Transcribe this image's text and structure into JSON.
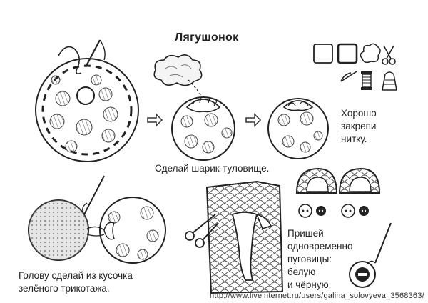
{
  "title": "Лягушонок",
  "captions": {
    "body": "Сделай шарик-туловище.",
    "knot": [
      "Хорошо",
      "закрепи",
      "нитку."
    ],
    "head": [
      "Голову сделай из кусочка",
      "зелёного трикотажа."
    ],
    "buttons": [
      "Пришей",
      "одновременно",
      "пуговицы:",
      "белую",
      "и чёрную."
    ]
  },
  "watermark": "http://www.liveinternet.ru/users/galina_solovyeva_3568363/",
  "tools": [
    "fabric-square-icon",
    "fabric-square-thick-icon",
    "stuffing-icon",
    "scissors-icon",
    "needle-icon",
    "thread-spool-icon",
    "thimble-icon"
  ],
  "colors": {
    "ink": "#222222",
    "background": "#ffffff",
    "gray": "#888888"
  }
}
